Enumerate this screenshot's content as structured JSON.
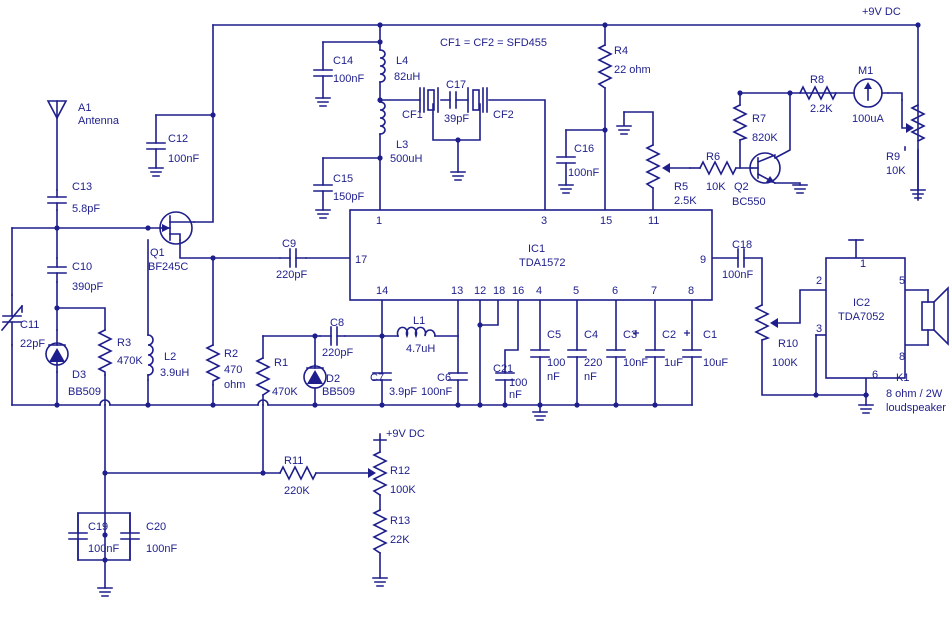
{
  "header": {
    "supply": "+9V DC",
    "cf_note": "CF1 = CF2 = SFD455"
  },
  "antenna": {
    "ref": "A1",
    "label": "Antenna"
  },
  "ic1": {
    "ref": "IC1",
    "part": "TDA1572",
    "pins_top": [
      "1",
      "3",
      "15",
      "11"
    ],
    "pins_bottom": [
      "14",
      "13",
      "12",
      "18",
      "16",
      "4",
      "5",
      "6",
      "7",
      "8"
    ],
    "pin_left": "17",
    "pin_right": "9"
  },
  "ic2": {
    "ref": "IC2",
    "part": "TDA7052",
    "pins": [
      "1",
      "2",
      "3",
      "5",
      "6",
      "8"
    ]
  },
  "q1": {
    "ref": "Q1",
    "part": "BF245C"
  },
  "q2": {
    "ref": "Q2",
    "part": "BC550"
  },
  "meter": {
    "ref": "M1",
    "value": "100uA"
  },
  "speaker": {
    "ref": "K1",
    "value1": "8 ohm / 2W",
    "value2": "loudspeaker"
  },
  "supply_r12": "+9V DC",
  "caps": {
    "c1": {
      "ref": "C1",
      "value": "10uF"
    },
    "c2": {
      "ref": "C2",
      "value": "1uF"
    },
    "c3": {
      "ref": "C3",
      "value": "10nF"
    },
    "c4": {
      "ref": "C4",
      "value1": "220",
      "value2": "nF"
    },
    "c5": {
      "ref": "C5",
      "value1": "100",
      "value2": "nF"
    },
    "c6": {
      "ref": "C6",
      "value": "100nF"
    },
    "c7": {
      "ref": "C7",
      "value": "3.9pF"
    },
    "c8": {
      "ref": "C8",
      "value": "220pF"
    },
    "c9": {
      "ref": "C9",
      "value": "220pF"
    },
    "c10": {
      "ref": "C10",
      "value": "390pF"
    },
    "c11": {
      "ref": "C11",
      "value": "22pF"
    },
    "c12": {
      "ref": "C12",
      "value": "100nF"
    },
    "c13": {
      "ref": "C13",
      "value": "5.8pF"
    },
    "c14": {
      "ref": "C14",
      "value": "100nF"
    },
    "c15": {
      "ref": "C15",
      "value": "150pF"
    },
    "c16": {
      "ref": "C16",
      "value": "100nF"
    },
    "c17": {
      "ref": "C17",
      "value": "39pF"
    },
    "c18": {
      "ref": "C18",
      "value": "100nF"
    },
    "c19": {
      "ref": "C19",
      "value": "100nF"
    },
    "c20": {
      "ref": "C20",
      "value": "100nF"
    },
    "c21": {
      "ref": "C21",
      "value1": "100",
      "value2": "nF"
    }
  },
  "resistors": {
    "r1": {
      "ref": "R1",
      "value": "470K"
    },
    "r2": {
      "ref": "R2",
      "value1": "470",
      "value2": "ohm"
    },
    "r3": {
      "ref": "R3",
      "value": "470K"
    },
    "r4": {
      "ref": "R4",
      "value": "22 ohm"
    },
    "r5": {
      "ref": "R5",
      "value": "2.5K"
    },
    "r6": {
      "ref": "R6",
      "value": "10K"
    },
    "r7": {
      "ref": "R7",
      "value": "820K"
    },
    "r8": {
      "ref": "R8",
      "value": "2.2K"
    },
    "r9": {
      "ref": "R9",
      "value": "10K"
    },
    "r10": {
      "ref": "R10",
      "value": "100K"
    },
    "r11": {
      "ref": "R11",
      "value": "220K"
    },
    "r12": {
      "ref": "R12",
      "value": "100K"
    },
    "r13": {
      "ref": "R13",
      "value": "22K"
    }
  },
  "inductors": {
    "l1": {
      "ref": "L1",
      "value": "4.7uH"
    },
    "l2": {
      "ref": "L2",
      "value": "3.9uH"
    },
    "l3": {
      "ref": "L3",
      "value": "500uH"
    },
    "l4": {
      "ref": "L4",
      "value": "82uH"
    }
  },
  "diodes": {
    "d2": {
      "ref": "D2",
      "value": "BB509"
    },
    "d3": {
      "ref": "D3",
      "value": "BB509"
    }
  },
  "filters": {
    "cf1": "CF1",
    "cf2": "CF2"
  }
}
